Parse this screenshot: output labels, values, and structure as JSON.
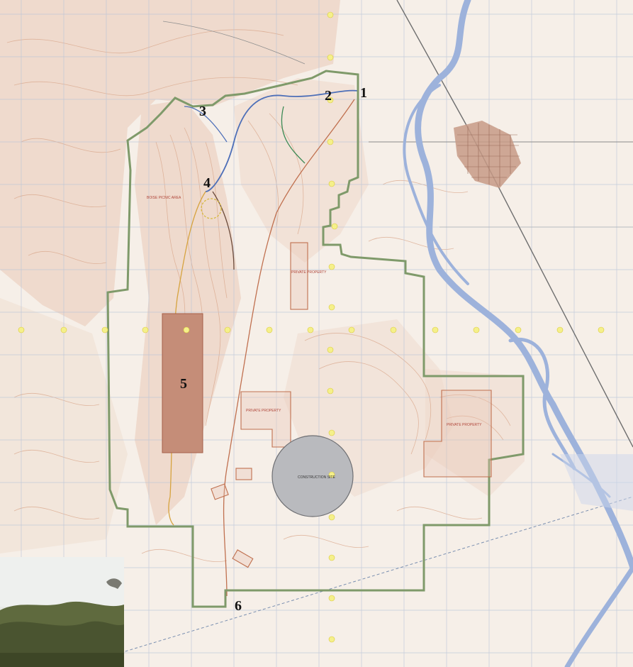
{
  "map": {
    "points": [
      {
        "id": "1",
        "label": "1"
      },
      {
        "id": "2",
        "label": "2"
      },
      {
        "id": "3",
        "label": "3"
      },
      {
        "id": "4",
        "label": "4"
      },
      {
        "id": "5",
        "label": "5"
      },
      {
        "id": "6",
        "label": "6"
      }
    ],
    "areas": {
      "private_1": "PRIVATE PROPERTY",
      "private_2": "PRIVATE PROPERTY",
      "private_3": "PRIVATE PROPERTY",
      "tree_area": "BOISE PICNIC AREA",
      "circle": "CONSTRUCTION SITE"
    },
    "colors": {
      "boundary": "#7f9a6a",
      "river": "#9db2db",
      "parcel_fill": "#c58d78",
      "circle_fill": "#b9babe",
      "topo": "#e1b8a2",
      "grid": "#b6c2d7"
    }
  }
}
